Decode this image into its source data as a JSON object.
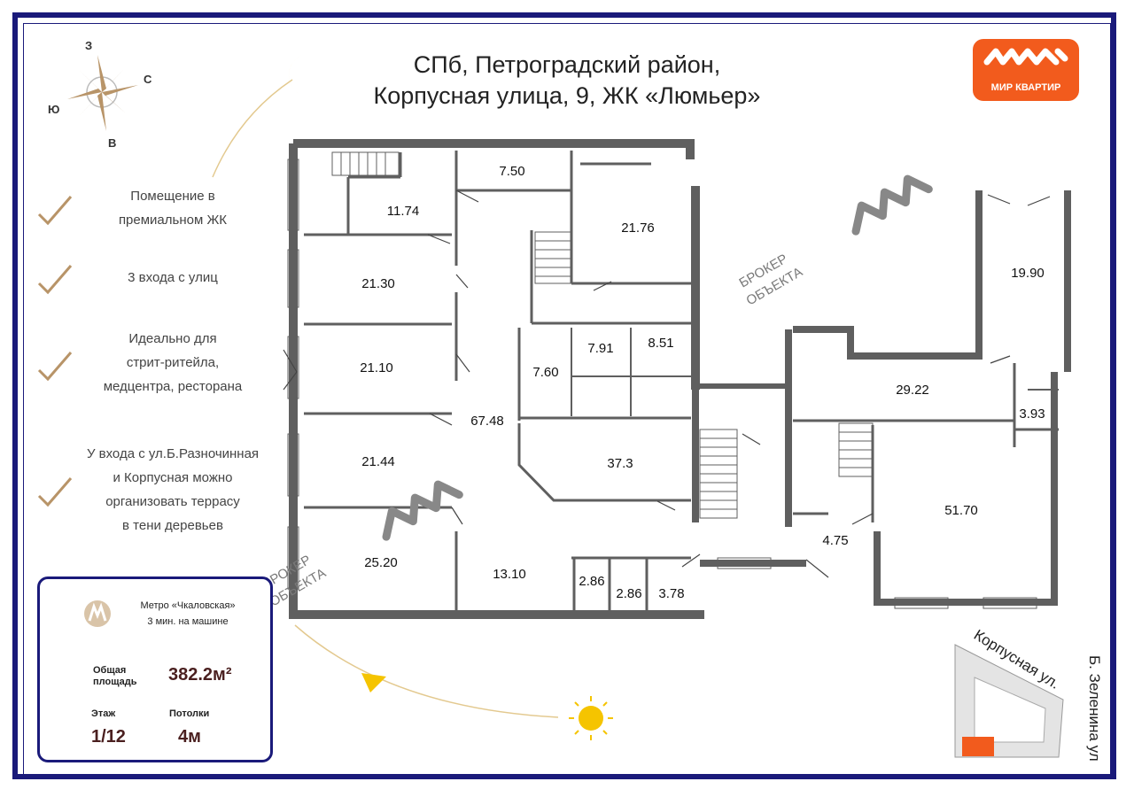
{
  "title": {
    "line1": "СПб, Петроградский район,",
    "line2": "Корпусная улица, 9, ЖК «Люмьер»"
  },
  "logo": {
    "text": "МИР КВАРТИР"
  },
  "compass": {
    "north": "З",
    "east": "С",
    "west": "Ю",
    "south": "В"
  },
  "features": [
    {
      "lines": [
        "Помещение в",
        "премиальном ЖК"
      ]
    },
    {
      "lines": [
        "3 входа с улиц"
      ]
    },
    {
      "lines": [
        "Идеально для",
        "стрит-ритейла,",
        "медцентра, ресторана"
      ]
    },
    {
      "lines": [
        "У входа с ул.Б.Разночинная",
        "и Корпусная можно",
        "организовать террасу",
        "в тени деревьев"
      ]
    }
  ],
  "watermark": {
    "line1": "БРОКЕР",
    "line2": "ОБЪЕКТА"
  },
  "rooms": [
    {
      "id": "r1174",
      "label": "11.74"
    },
    {
      "id": "r2130",
      "label": "21.30"
    },
    {
      "id": "r2110",
      "label": "21.10"
    },
    {
      "id": "r2144",
      "label": "21.44"
    },
    {
      "id": "r2520",
      "label": "25.20"
    },
    {
      "id": "r750",
      "label": "7.50"
    },
    {
      "id": "r2176",
      "label": "21.76"
    },
    {
      "id": "r6748",
      "label": "67.48"
    },
    {
      "id": "r791",
      "label": "7.91"
    },
    {
      "id": "r851",
      "label": "8.51"
    },
    {
      "id": "r760",
      "label": "7.60"
    },
    {
      "id": "r373",
      "label": "37.3"
    },
    {
      "id": "r1310",
      "label": "13.10"
    },
    {
      "id": "r286a",
      "label": "2.86"
    },
    {
      "id": "r286b",
      "label": "2.86"
    },
    {
      "id": "r378",
      "label": "3.78"
    },
    {
      "id": "r1990",
      "label": "19.90"
    },
    {
      "id": "r2922",
      "label": "29.22"
    },
    {
      "id": "r393",
      "label": "3.93"
    },
    {
      "id": "r5170",
      "label": "51.70"
    },
    {
      "id": "r475",
      "label": "4.75"
    }
  ],
  "info": {
    "metro_name": "Метро «Чкаловская»",
    "metro_time": "3 мин. на машине",
    "area_label_1": "Общая",
    "area_label_2": "площадь",
    "area_value": "382.2м²",
    "floor_label": "Этаж",
    "floor_value": "1/12",
    "ceiling_label": "Потолки",
    "ceiling_value": "4м"
  },
  "streets": {
    "street1": "Корпусная ул.",
    "street2": "Б. Зеленина ул"
  },
  "colors": {
    "frame": "#1a1a7a",
    "wall": "#5f5f5f",
    "accent": "#f25b1d",
    "gold": "#b89468",
    "sun": "#f5c400"
  }
}
